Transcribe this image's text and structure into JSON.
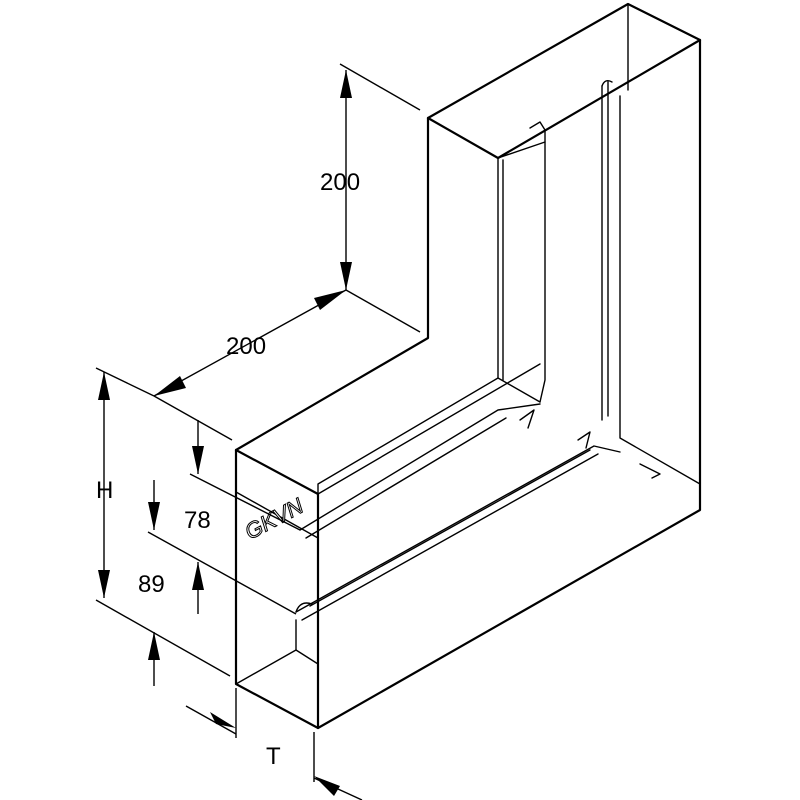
{
  "dimensions": {
    "vertical_leg": "200",
    "horizontal_leg": "200",
    "height": "H",
    "upper_offset": "78",
    "lower_offset": "89",
    "thickness": "T"
  },
  "brand_mark": "GKVN"
}
